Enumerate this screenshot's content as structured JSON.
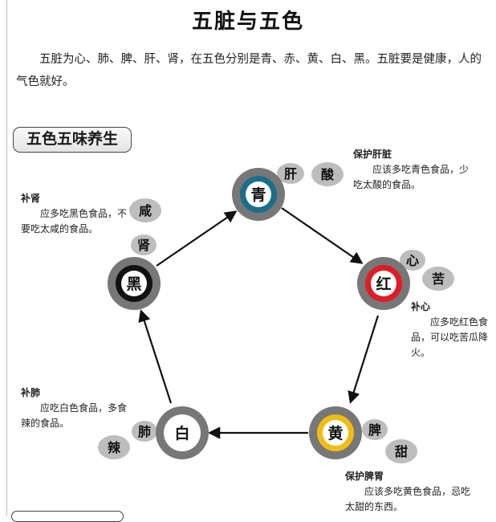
{
  "page": {
    "title": "五脏与五色",
    "intro": "五脏为心、肺、脾、肝、肾，在五色分别是青、赤、黄、白、黑。五脏要是健康，人的气色就好。",
    "section_label": "五色五味养生"
  },
  "diagram": {
    "nodes": {
      "qing": {
        "color_char": "青",
        "ring": "#1a6e8a",
        "organ": "肝",
        "taste": "酸"
      },
      "hong": {
        "color_char": "红",
        "ring": "#e01c24",
        "organ": "心",
        "taste": "苦"
      },
      "huang": {
        "color_char": "黄",
        "ring": "#f0bd12",
        "organ": "脾",
        "taste": "甜"
      },
      "bai": {
        "color_char": "白",
        "ring": "#ffffff",
        "organ": "肺",
        "taste": "辣"
      },
      "hei": {
        "color_char": "黑",
        "ring": "#111111",
        "organ": "肾",
        "taste": "咸"
      }
    },
    "colors": {
      "outer_ring": "#777777",
      "tag_fill": "#bdbdbd",
      "arrow": "#111111"
    }
  },
  "notes": {
    "liver": {
      "head": "保护肝脏",
      "body": "应该多吃青色食品，少吃太酸的食品。"
    },
    "kidney": {
      "head": "补肾",
      "body": "应多吃黑色食品，不要吃太咸的食品。"
    },
    "heart": {
      "head": "补心",
      "body": "应多吃红色食品，可以吃苦瓜降火。"
    },
    "lung": {
      "head": "补肺",
      "body": "应吃白色食品，多食辣的食品。"
    },
    "spleen": {
      "head": "保护脾胃",
      "body": "应该多吃黄色食品，忌吃太甜的东西。"
    }
  }
}
